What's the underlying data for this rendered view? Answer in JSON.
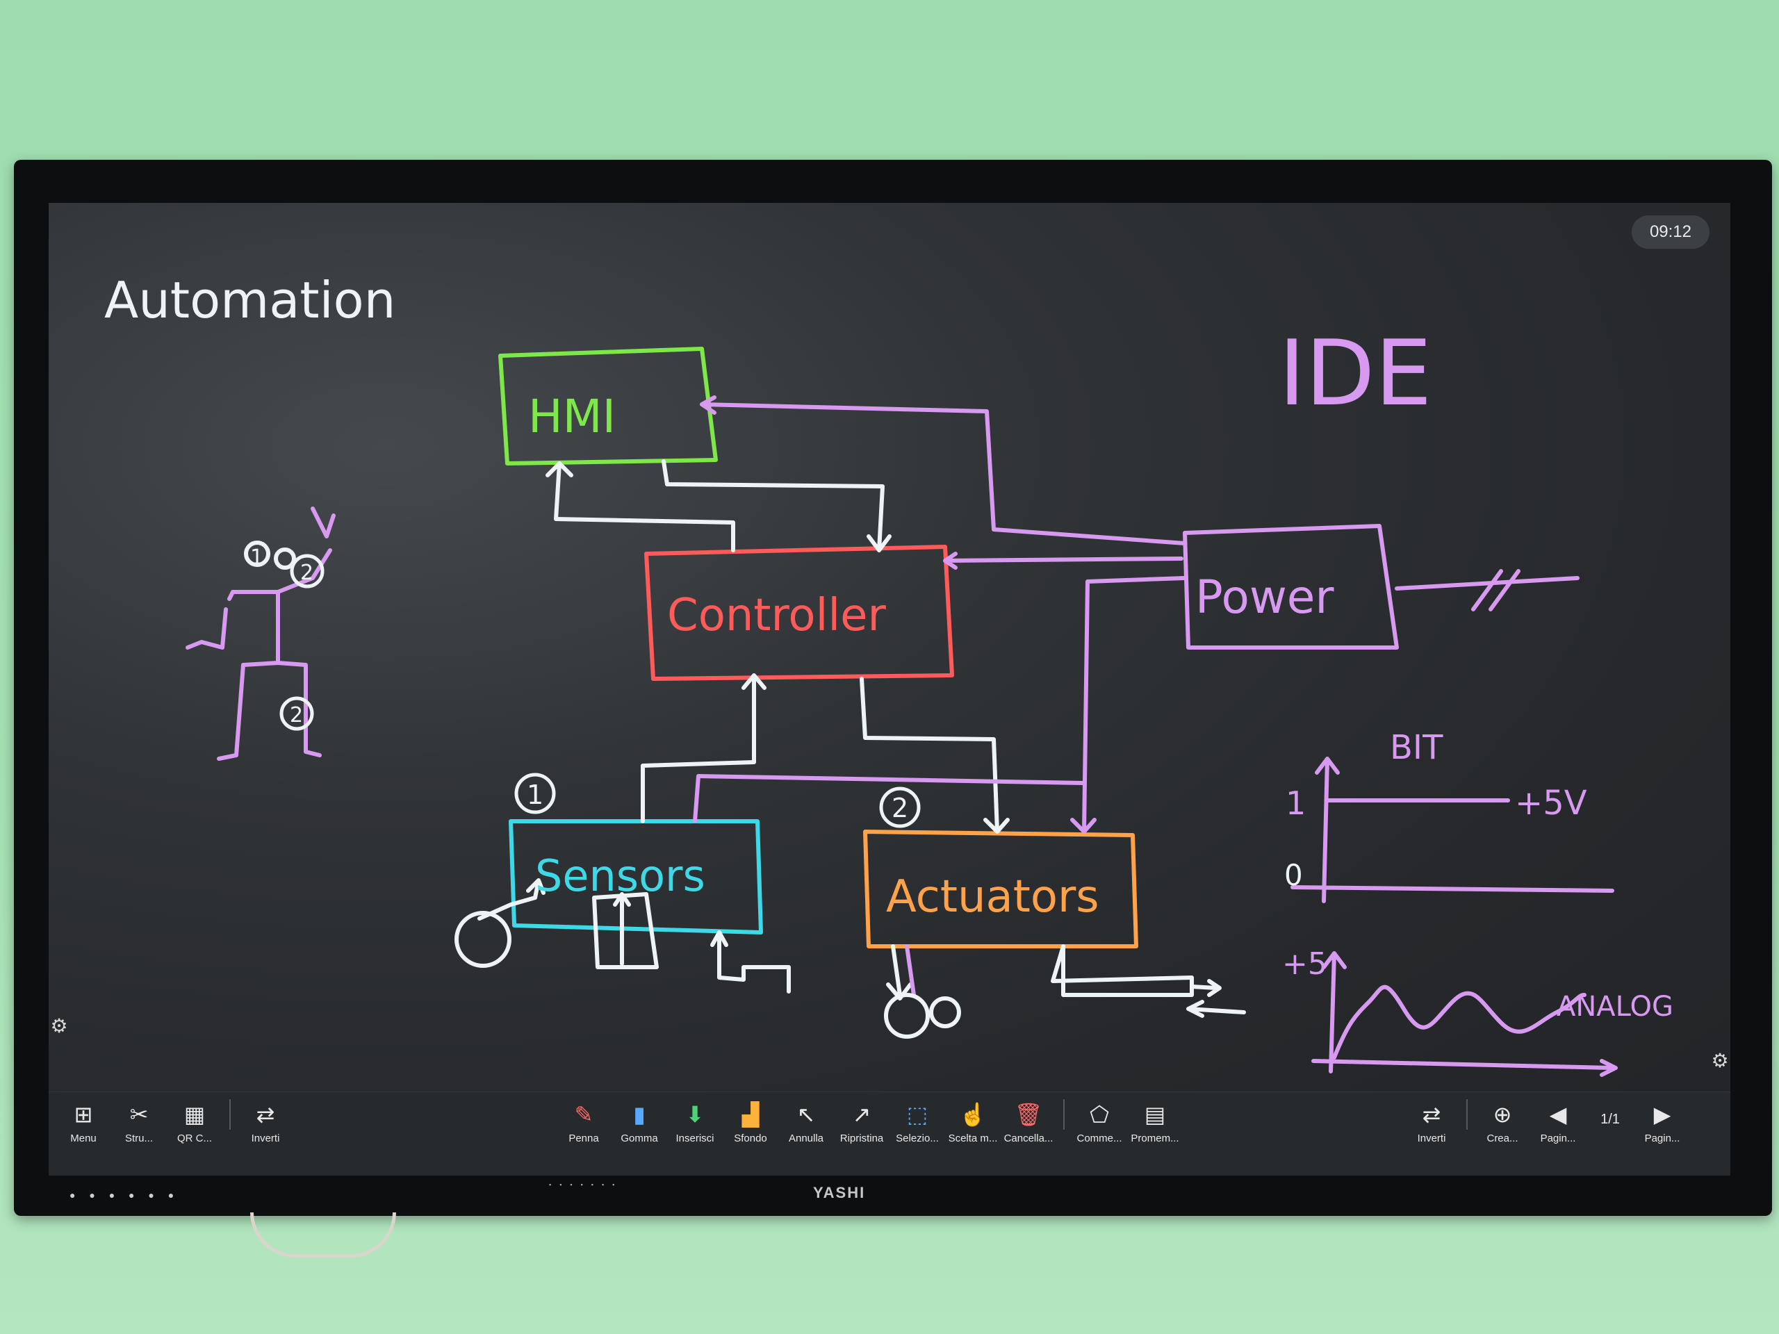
{
  "screen": {
    "time": "09:12",
    "brand": "YASHI"
  },
  "whiteboard": {
    "title": "Automation",
    "side_title": "IDE",
    "blocks": {
      "hmi": "HMI",
      "controller": "Controller",
      "power": "Power",
      "sensors": "Sensors",
      "actuators": "Actuators"
    },
    "markers": {
      "sensors": "1",
      "actuators": "2",
      "figure_head": "1",
      "figure_arm": "2",
      "figure_leg": "2"
    },
    "bit_graph": {
      "label": "BIT",
      "one": "1",
      "zero": "0",
      "volt": "+5V"
    },
    "analog_graph": {
      "label": "ANALOG",
      "volt": "+5"
    },
    "colors": {
      "hmi": "#7ee84a",
      "controller": "#ff5b5b",
      "power": "#d79af0",
      "sensors": "#3fd8e6",
      "actuators": "#ffa24a",
      "chalk": "#eef4f6"
    }
  },
  "toolbar": {
    "left": [
      {
        "icon": "grid-icon",
        "label": "Menu"
      },
      {
        "icon": "tools-icon",
        "label": "Stru..."
      },
      {
        "icon": "qr-icon",
        "label": "QR C..."
      },
      {
        "icon": "swap-icon",
        "label": "Inverti"
      }
    ],
    "center": [
      {
        "icon": "pen-icon",
        "label": "Penna"
      },
      {
        "icon": "eraser-icon",
        "label": "Gomma"
      },
      {
        "icon": "insert-icon",
        "label": "Inserisci"
      },
      {
        "icon": "background-icon",
        "label": "Sfondo"
      },
      {
        "icon": "undo-icon",
        "label": "Annulla"
      },
      {
        "icon": "redo-icon",
        "label": "Ripristina"
      },
      {
        "icon": "select-icon",
        "label": "Selezio..."
      },
      {
        "icon": "touch-icon",
        "label": "Scelta m..."
      },
      {
        "icon": "trash-icon",
        "label": "Cancella..."
      }
    ],
    "center_right": [
      {
        "icon": "comment-icon",
        "label": "Comme..."
      },
      {
        "icon": "note-icon",
        "label": "Promem..."
      }
    ],
    "right": {
      "invert": "Inverti",
      "create": "Crea...",
      "prev": "Pagin...",
      "page": "1/1",
      "next": "Pagin..."
    }
  }
}
